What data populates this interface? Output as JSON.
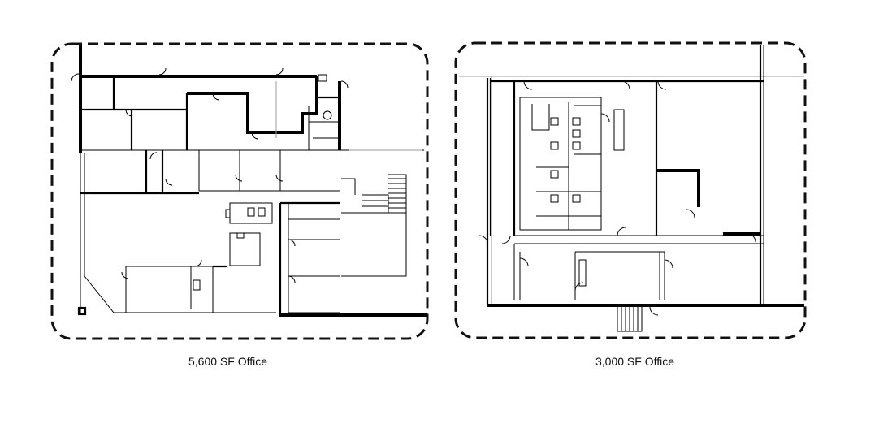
{
  "plans": [
    {
      "id": "left",
      "caption": "5,600 SF Office"
    },
    {
      "id": "right",
      "caption": "3,000 SF Office"
    }
  ]
}
